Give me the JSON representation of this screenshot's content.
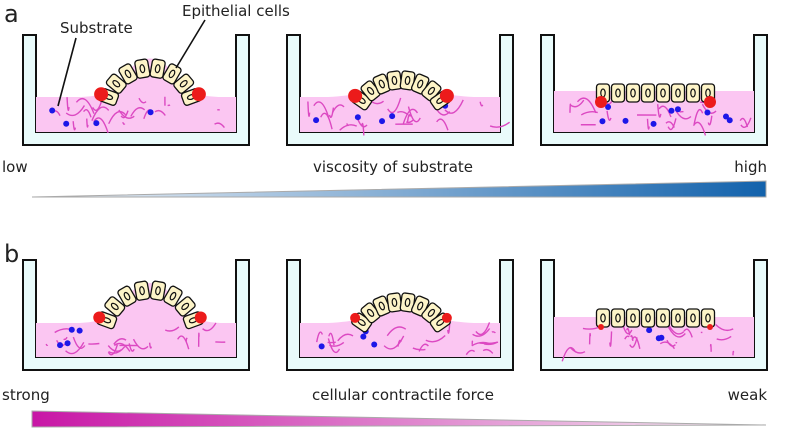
{
  "panel_a": {
    "letter": "a",
    "annotations": {
      "substrate": "Substrate",
      "epithelial_cells": "Epithelial cells"
    },
    "scale": {
      "left": "low",
      "center": "viscosity of substrate",
      "right": "high"
    },
    "gradient_colors": [
      "#f2f5f9",
      "#1262ac"
    ]
  },
  "panel_b": {
    "letter": "b",
    "scale": {
      "left": "strong",
      "center": "cellular contractile force",
      "right": "weak"
    },
    "gradient_colors": [
      "#c816a6",
      "#f5eef3"
    ]
  },
  "colors": {
    "dish_fill": "#e9fbfb",
    "substrate": "#fbc6f2",
    "fiber": "#dc49c2",
    "cell": "#fdf4c8",
    "adhesion": "#ec1b1b",
    "crosslink": "#1d17e8"
  }
}
